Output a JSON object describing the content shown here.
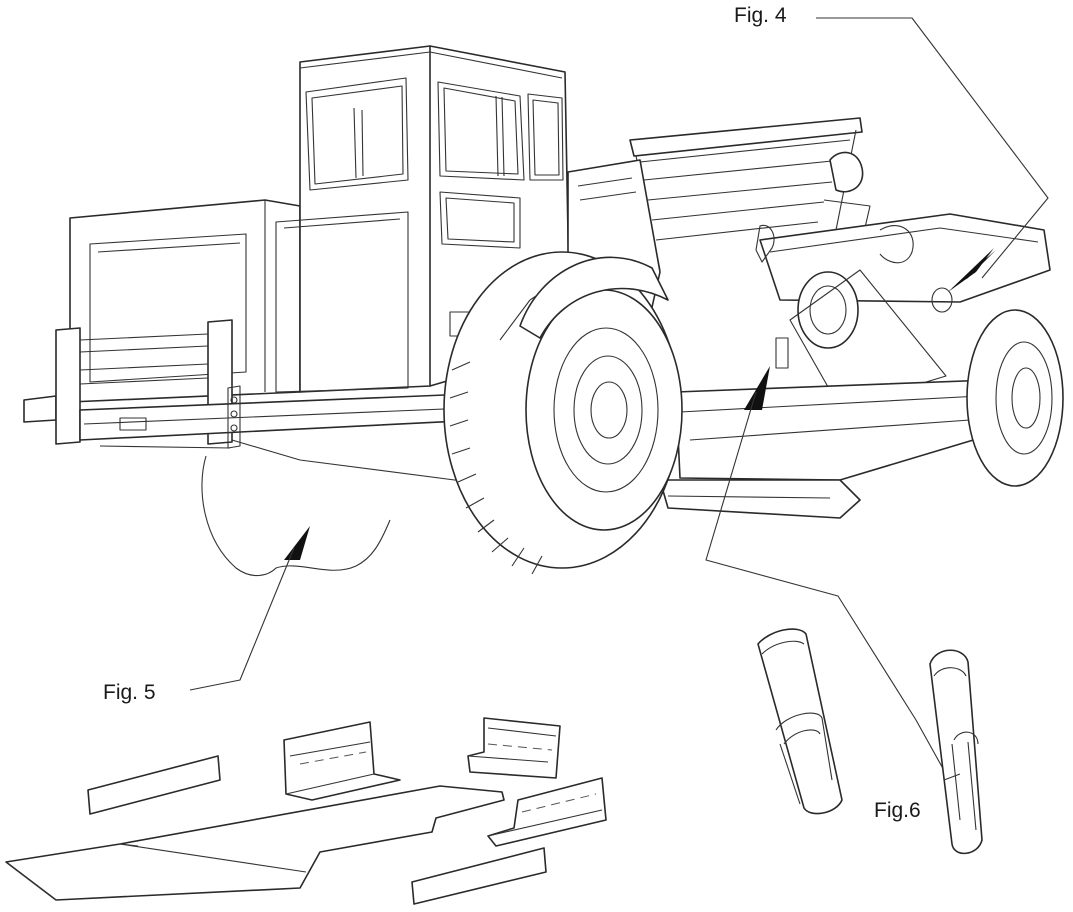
{
  "labels": {
    "fig4": "Fig. 4",
    "fig5": "Fig. 5",
    "fig6": "Fig.6"
  },
  "colors": {
    "line": "#2a2a2a",
    "background": "#ffffff",
    "arrowhead": "#111111"
  }
}
